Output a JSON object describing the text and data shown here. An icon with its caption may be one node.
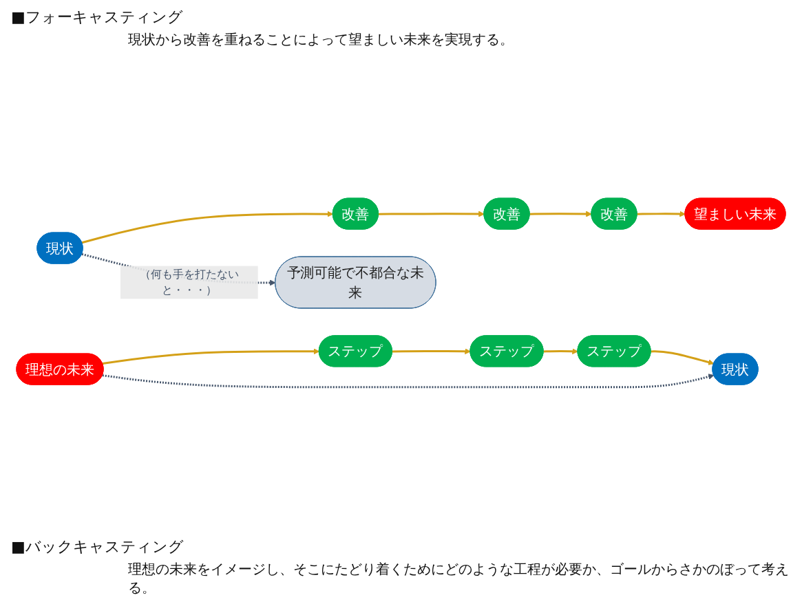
{
  "diagram": {
    "nodes": [
      {
        "text": [
          "現状"
        ]
      },
      {
        "text": [
          "改善"
        ]
      },
      {
        "text": [
          "改善"
        ]
      },
      {
        "text": [
          "改善"
        ]
      },
      {
        "text": [
          "望ましい未来"
        ]
      },
      {
        "text": [
          "予測可能で不都合な未来"
        ]
      },
      {
        "text": [
          "現状"
        ]
      },
      {
        "text": [
          "ステップ"
        ]
      },
      {
        "text": [
          "ステップ"
        ]
      },
      {
        "text": [
          "ステップ"
        ]
      },
      {
        "text": [
          "理想の未来"
        ]
      }
    ],
    "edges": [
      {
        "from": 0,
        "to": 1,
        "arrow": "to"
      },
      {
        "from": 1,
        "to": 2,
        "arrow": "to"
      },
      {
        "from": 2,
        "to": 3,
        "arrow": "to"
      },
      {
        "from": 3,
        "to": 4,
        "arrow": "to"
      },
      {
        "from": 0,
        "to": 5,
        "arrow": "to",
        "label": "（何も手を打たないと・・・）",
        "style": "dashed",
        "color": "#44546a"
      },
      {
        "from": 10,
        "to": 9,
        "arrow": "to"
      },
      {
        "from": 9,
        "to": 8,
        "arrow": "to"
      },
      {
        "from": 8,
        "to": 7,
        "arrow": "to"
      },
      {
        "from": 7,
        "to": 6,
        "arrow": "to"
      },
      {
        "from": 10,
        "to": 6,
        "arrow": "to",
        "style": "dashed",
        "color": "#44546a"
      }
    ],
    "labels": [
      "■フォーキャスティング",
      "現状から改善を重ねることによって望ましい未来を実現する。",
      "■バックキャスティング",
      "理想の未来をイメージし、そこにたどり着くためにどのような工程が必要か、ゴールからさかのぼって考える。"
    ]
  }
}
